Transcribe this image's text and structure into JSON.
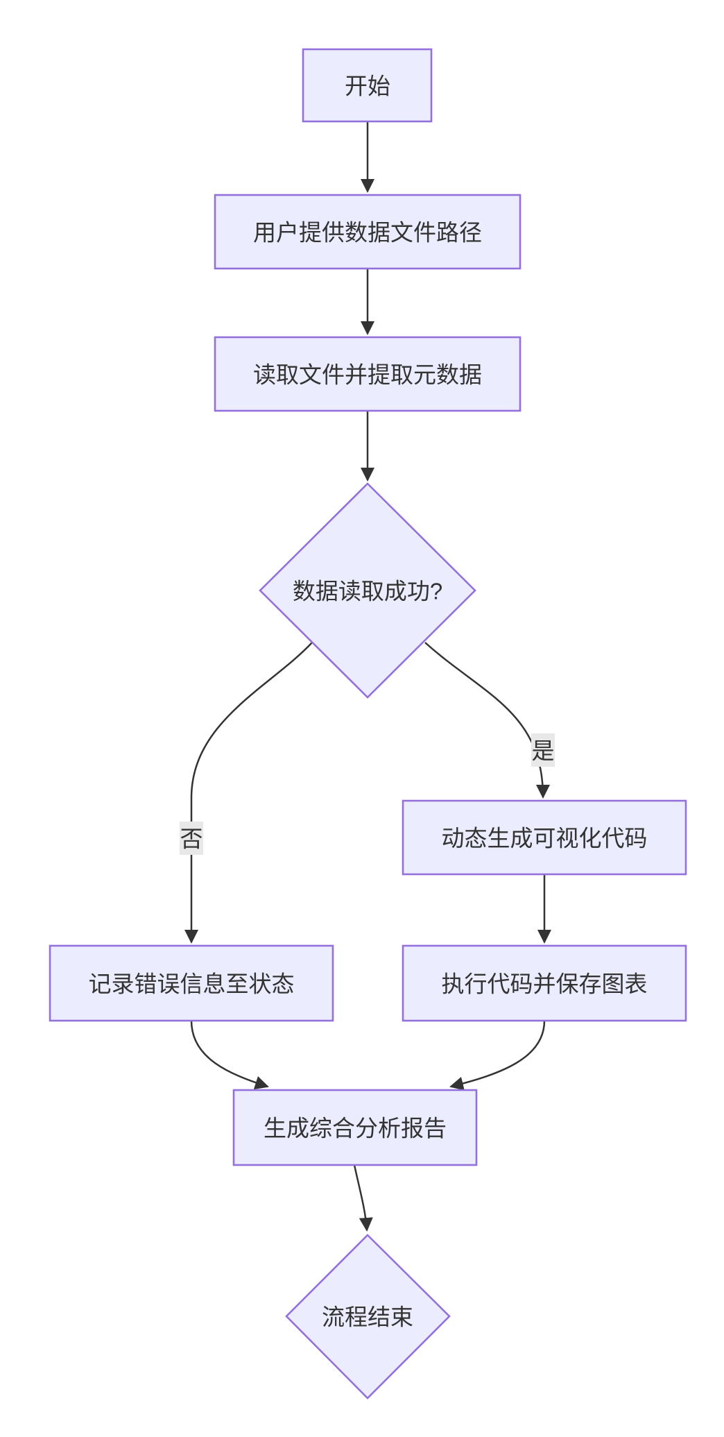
{
  "diagram": {
    "type": "flowchart",
    "direction": "top-down",
    "colors": {
      "background": "#ffffff",
      "node_fill": "#ECECFF",
      "node_border": "#9370DB",
      "edge_line": "#333333",
      "text": "#333333",
      "edge_label_bg": "#e8e8e8"
    },
    "nodes": [
      {
        "id": "start",
        "shape": "rect",
        "label": "开始"
      },
      {
        "id": "provide_path",
        "shape": "rect",
        "label": "用户提供数据文件路径"
      },
      {
        "id": "read_file",
        "shape": "rect",
        "label": "读取文件并提取元数据"
      },
      {
        "id": "read_success",
        "shape": "diamond",
        "label": "数据读取成功?"
      },
      {
        "id": "log_error",
        "shape": "rect",
        "label": "记录错误信息至状态"
      },
      {
        "id": "gen_code",
        "shape": "rect",
        "label": "动态生成可视化代码"
      },
      {
        "id": "exec_code",
        "shape": "rect",
        "label": "执行代码并保存图表"
      },
      {
        "id": "gen_report",
        "shape": "rect",
        "label": "生成综合分析报告"
      },
      {
        "id": "end",
        "shape": "diamond",
        "label": "流程结束"
      }
    ],
    "edges": [
      {
        "from": "start",
        "to": "provide_path",
        "label": ""
      },
      {
        "from": "provide_path",
        "to": "read_file",
        "label": ""
      },
      {
        "from": "read_file",
        "to": "read_success",
        "label": ""
      },
      {
        "from": "read_success",
        "to": "log_error",
        "label": "否"
      },
      {
        "from": "read_success",
        "to": "gen_code",
        "label": "是"
      },
      {
        "from": "gen_code",
        "to": "exec_code",
        "label": ""
      },
      {
        "from": "log_error",
        "to": "gen_report",
        "label": ""
      },
      {
        "from": "exec_code",
        "to": "gen_report",
        "label": ""
      },
      {
        "from": "gen_report",
        "to": "end",
        "label": ""
      }
    ]
  }
}
